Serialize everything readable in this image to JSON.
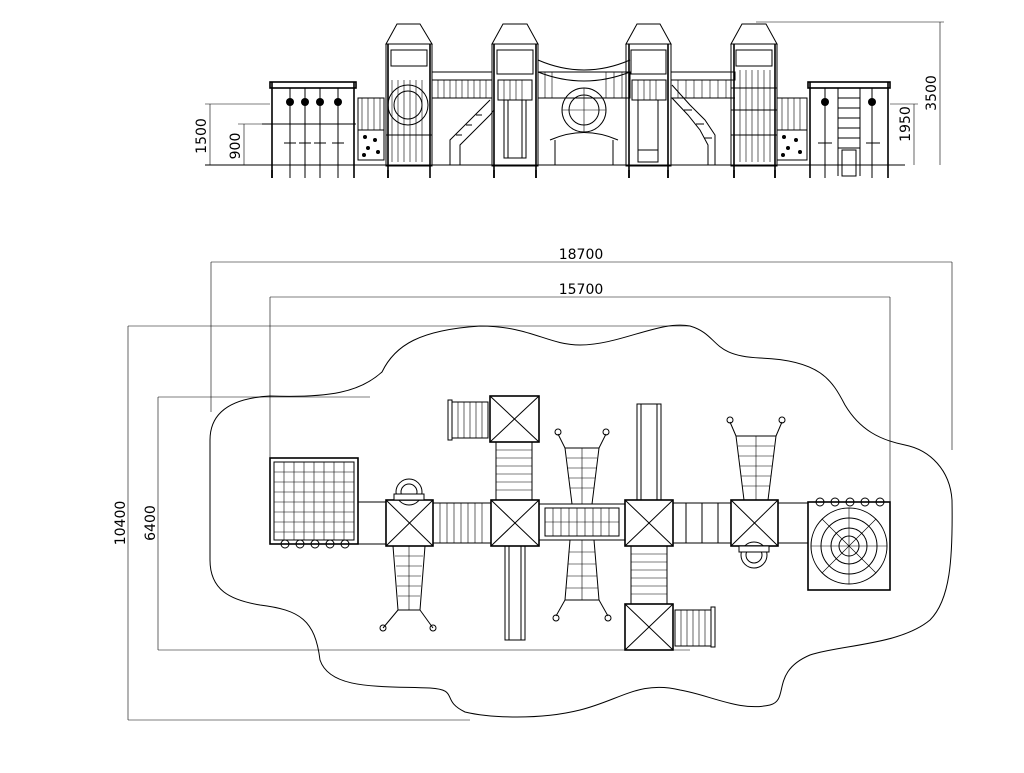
{
  "elevation_dims": {
    "left_outer": "1500",
    "left_inner": "900",
    "right_inner": "1950",
    "right_outer": "3500"
  },
  "plan_dims": {
    "overall_width": "18700",
    "equipment_width": "15700",
    "overall_depth": "10400",
    "equipment_depth": "6400"
  },
  "colors": {
    "line": "#000000",
    "background": "#ffffff"
  }
}
